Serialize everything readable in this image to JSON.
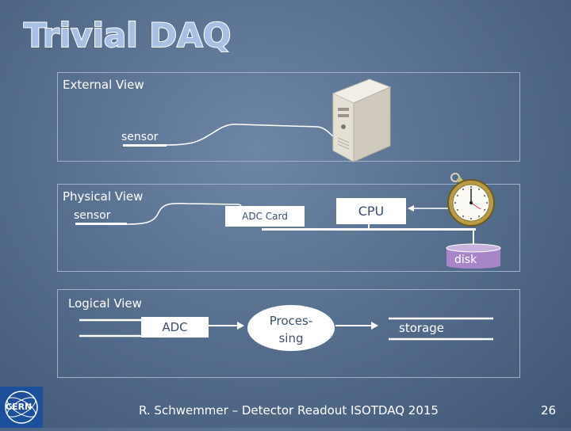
{
  "slide": {
    "title": "Trivial DAQ",
    "footer": "R. Schwemmer – Detector Readout ISOTDAQ 2015",
    "page_number": "26"
  },
  "external_view": {
    "label": "External View",
    "sensor_label": "sensor"
  },
  "physical_view": {
    "label": "Physical View",
    "sensor_label": "sensor",
    "adc_label": "ADC Card",
    "cpu_label": "CPU",
    "disk_label": "disk"
  },
  "logical_view": {
    "label": "Logical View",
    "adc_label": "ADC",
    "processing_label_1": "Proces-",
    "processing_label_2": "sing",
    "storage_label": "storage"
  },
  "logo": {
    "text": "CERN"
  },
  "colors": {
    "background": "#58708f",
    "title_fill": "#a8c0e4",
    "panel_border": "#9fb0c8",
    "disk": "#a884c8"
  },
  "icons": [
    "computer-tower-icon",
    "stopwatch-icon",
    "cern-logo-icon"
  ]
}
